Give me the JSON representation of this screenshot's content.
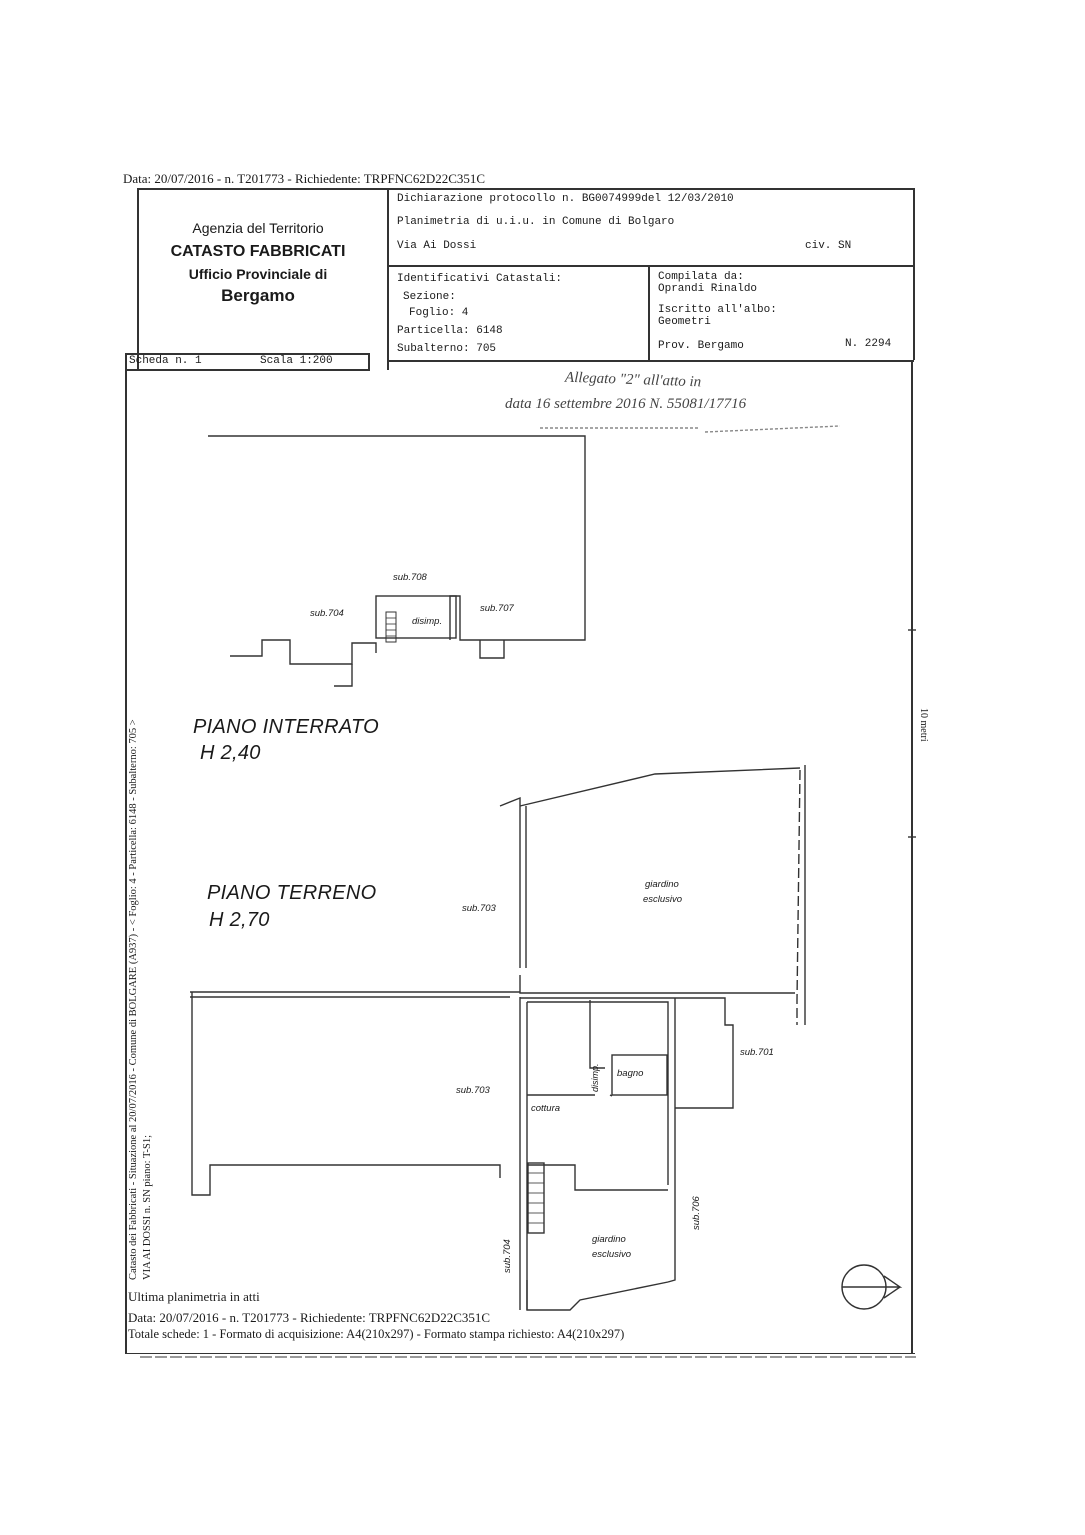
{
  "header": {
    "top_line": "Data: 20/07/2016 - n. T201773 - Richiedente: TRPFNC62D22C351C"
  },
  "agency": {
    "line1": "Agenzia del Territorio",
    "line2": "CATASTO FABBRICATI",
    "line3": "Ufficio Provinciale di",
    "line4": "Bergamo"
  },
  "declaration": {
    "protocol": "Dichiarazione protocollo n. BG0074999del 12/03/2010",
    "planimetria": "Planimetria di u.i.u. in Comune di Bolgaro",
    "address": "Via Ai Dossi",
    "civ": "civ. SN"
  },
  "ids": {
    "title": "Identificativi Catastali:",
    "sezione": "Sezione:",
    "foglio": "Foglio: 4",
    "particella": "Particella: 6148",
    "subalterno": "Subalterno: 705"
  },
  "compiler": {
    "compilata": "Compilata da:",
    "name": "Oprandi Rinaldo",
    "iscritto": "Iscritto all'albo:",
    "albo": "Geometri",
    "prov": "Prov. Bergamo",
    "number": "N. 2294"
  },
  "scheda": {
    "scheda": "Scheda n. 1",
    "scala": "Scala 1:200"
  },
  "handwritten": {
    "line1": "Allegato \"2\" all'atto in",
    "line2": "data 16 settembre 2016 N. 55081/17716"
  },
  "plans": {
    "interrato_label": "PIANO INTERRATO",
    "interrato_h": "H 2,40",
    "terreno_label": "PIANO TERRENO",
    "terreno_h": "H 2,70"
  },
  "rooms": {
    "sub708": "sub.708",
    "sub704_top": "sub.704",
    "sub707": "sub.707",
    "disimp_top": "disimp.",
    "sub703_a": "sub.703",
    "giardino1": "giardino",
    "esclusivo1": "esclusivo",
    "sub701": "sub.701",
    "sub703_b": "sub.703",
    "disimp_low": "disimp.",
    "bagno": "bagno",
    "cottura": "cottura",
    "sub706": "sub.706",
    "sub704_low": "sub.704",
    "giardino2": "giardino",
    "esclusivo2": "esclusivo"
  },
  "side": {
    "left_vertical": "Catasto dei Fabbricati - Situazione al 20/07/2016 - Comune di BOLGARE (A937) - < Foglio: 4 - Particella: 6148 - Subalterno: 705 >",
    "left_vertical2": "VIA AI DOSSI n. SN piano: T-S1;",
    "scale_bar": "10 metri"
  },
  "footer": {
    "ultima": "Ultima planimetria in atti",
    "data_line": "Data: 20/07/2016 - n. T201773 - Richiedente: TRPFNC62D22C351C",
    "totale": "Totale schede: 1 - Formato di acquisizione: A4(210x297) - Formato stampa richiesto: A4(210x297)"
  }
}
